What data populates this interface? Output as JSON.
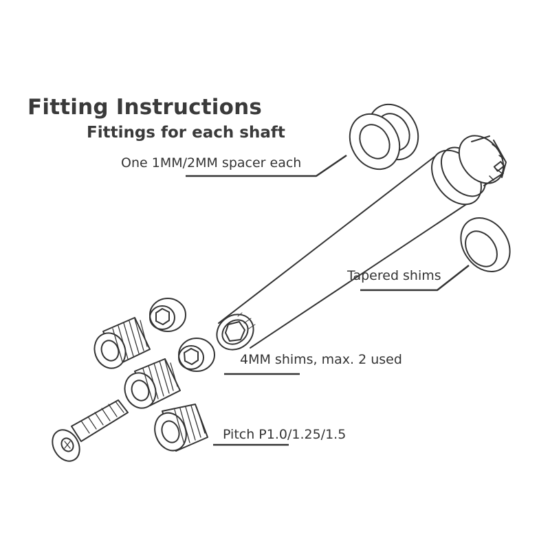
{
  "title": "Fitting Instructions",
  "subtitle": "Fittings for each shaft",
  "labels": {
    "spacer": "One 1MM/2MM spacer each",
    "tapered_shims": "Tapered shims",
    "shims_4mm": "4MM shims, max. 2 used",
    "pitch": "Pitch P1.0/1.25/1.5"
  },
  "colors": {
    "text": "#333333",
    "line": "#333333",
    "title": "#3a3a3a"
  }
}
